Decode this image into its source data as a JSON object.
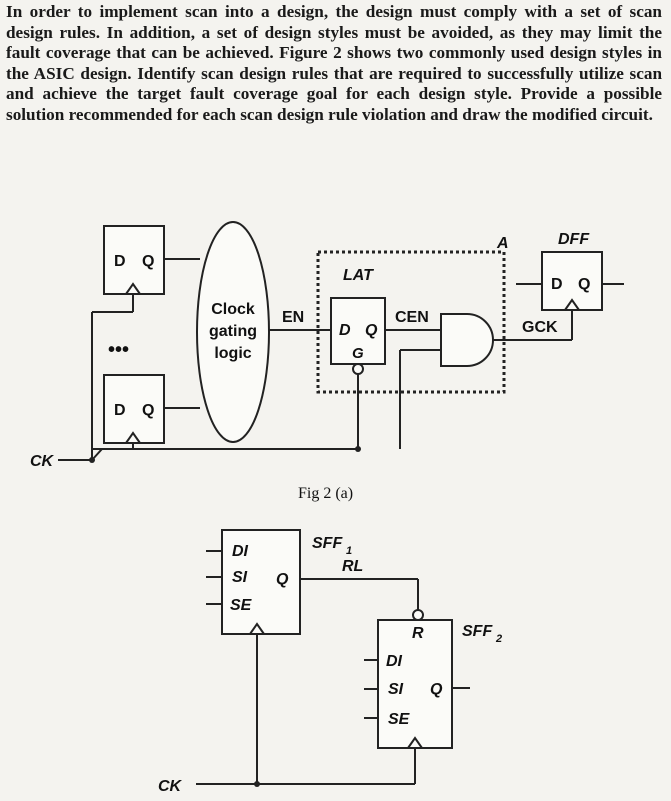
{
  "question": "In order to implement scan into a design, the design must comply with a set of scan design rules. In addition, a set of design styles must be avoided, as they may limit the fault coverage that can be achieved. Figure 2 shows two commonly used design styles in the ASIC design. Identify scan design rules that are required to successfully utilize scan and achieve the target fault coverage goal for each design style. Provide a possible solution recommended for each scan design rule violation and draw the modified circuit.",
  "fig_a": {
    "ff_top": {
      "d": "D",
      "q": "Q"
    },
    "ff_bottom": {
      "d": "D",
      "q": "Q"
    },
    "dots": "•••",
    "clock_logic": [
      "Clock",
      "gating",
      "logic"
    ],
    "en": "EN",
    "lat": "LAT",
    "lat_d": "D",
    "lat_q": "Q",
    "lat_g": "G",
    "cen": "CEN",
    "a": "A",
    "dff": "DFF",
    "dff_d": "D",
    "dff_q": "Q",
    "gck": "GCK",
    "ck": "CK",
    "caption": "Fig 2 (a)"
  },
  "fig_b": {
    "sff1": "SFF",
    "sff1_sub": "1",
    "sff1_di": "DI",
    "sff1_si": "SI",
    "sff1_se": "SE",
    "sff1_q": "Q",
    "rl": "RL",
    "sff2": "SFF",
    "sff2_sub": "2",
    "sff2_r": "R",
    "sff2_di": "DI",
    "sff2_si": "SI",
    "sff2_se": "SE",
    "sff2_q": "Q",
    "ck": "CK"
  }
}
